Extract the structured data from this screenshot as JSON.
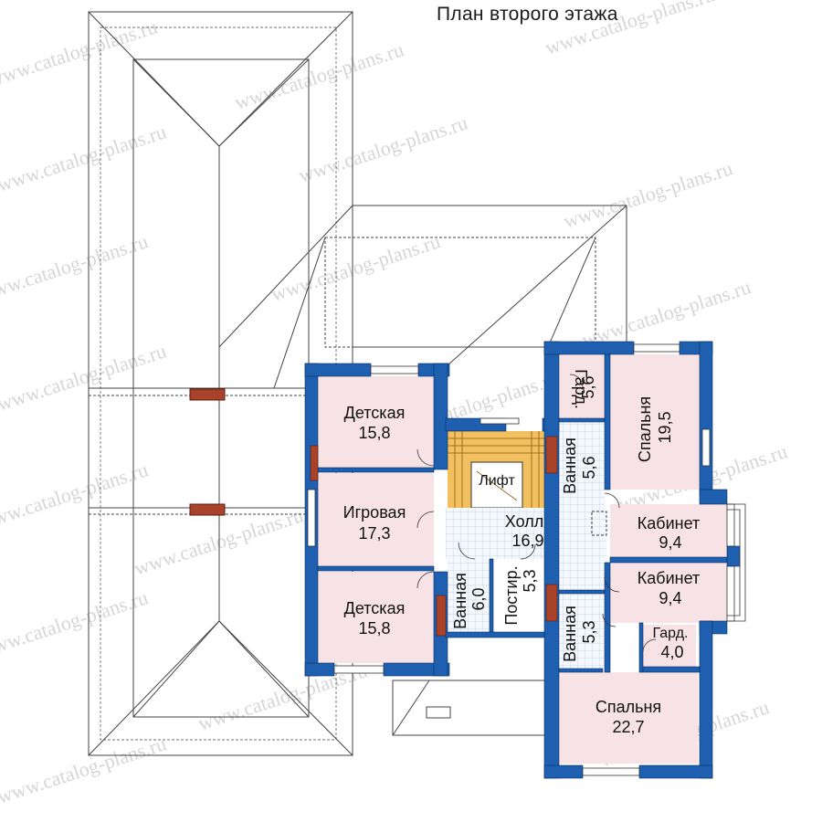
{
  "title": "План второго этажа",
  "watermark": "www.catalog-plans.ru",
  "colors": {
    "wall": "#1e5fb0",
    "room": "#f7e3e6",
    "tile": "#eaf2fb",
    "stair": "#f3c060",
    "roofline": "#444444",
    "brick": "#a8422a"
  },
  "rooms": [
    {
      "name": "Детская",
      "area": "15,8"
    },
    {
      "name": "Игровая",
      "area": "17,3"
    },
    {
      "name": "Детская",
      "area": "15,8"
    },
    {
      "name": "Лифт",
      "area": ""
    },
    {
      "name": "Холл",
      "area": "16,9"
    },
    {
      "name": "Ванная",
      "area": "6,0"
    },
    {
      "name": "Постир.",
      "area": "5,3"
    },
    {
      "name": "Гард.",
      "area": "5,6"
    },
    {
      "name": "Ванная",
      "area": "5,6"
    },
    {
      "name": "Спальня",
      "area": "19,5"
    },
    {
      "name": "Кабинет",
      "area": "9,4"
    },
    {
      "name": "Кабинет",
      "area": "9,4"
    },
    {
      "name": "Ванная",
      "area": "5,3"
    },
    {
      "name": "Гард.",
      "area": "4,0"
    },
    {
      "name": "Спальня",
      "area": "22,7"
    }
  ]
}
